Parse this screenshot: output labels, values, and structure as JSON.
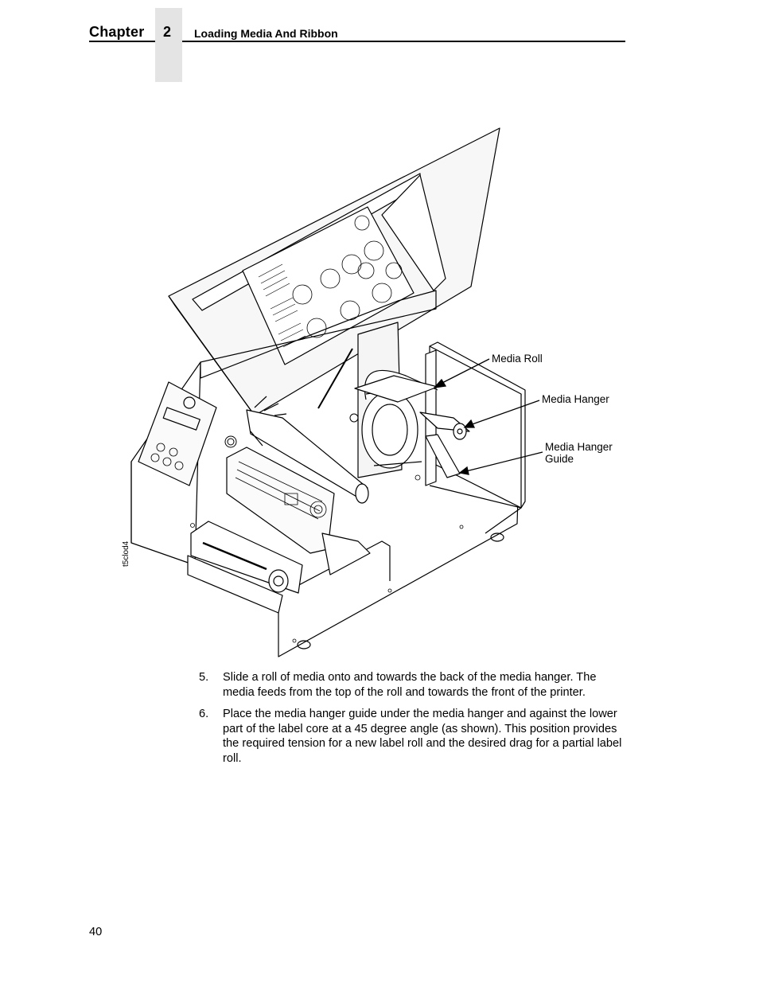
{
  "header": {
    "chapter_word": "Chapter",
    "chapter_number": "2",
    "chapter_title": "Loading Media And Ribbon"
  },
  "figure": {
    "figure_id": "t5clod4",
    "callouts": {
      "media_roll": "Media Roll",
      "media_hanger": "Media Hanger",
      "media_hanger_guide_line1": "Media Hanger",
      "media_hanger_guide_line2": "Guide"
    }
  },
  "steps": [
    {
      "number": "5.",
      "text": "Slide a roll of media onto and towards the back of the media hanger. The media feeds from the top of the roll and towards the front of the printer."
    },
    {
      "number": "6.",
      "text": "Place the media hanger guide under the media hanger and against the lower part of the label core at a 45 degree angle (as shown). This position provides the required tension for a new label roll and the desired drag for a partial label roll."
    }
  ],
  "footer": {
    "page_number": "40"
  }
}
